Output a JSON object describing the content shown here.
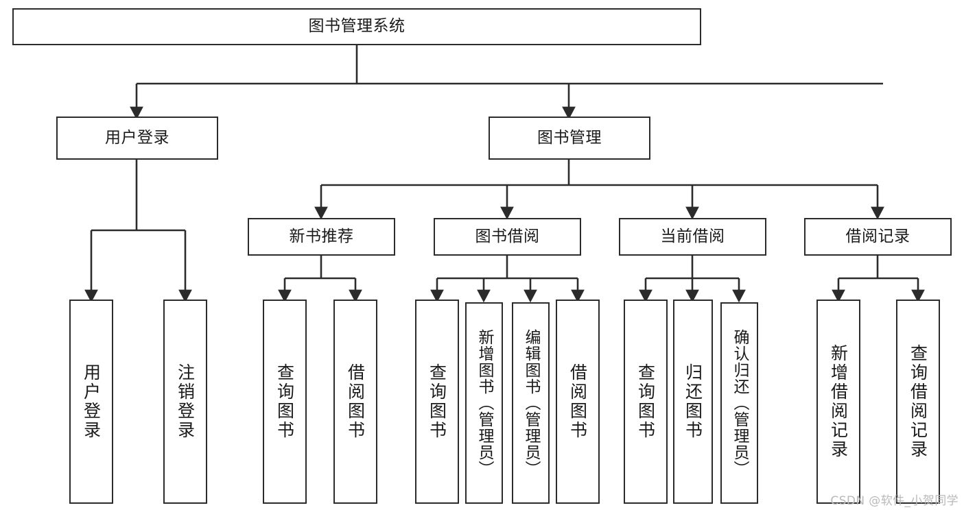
{
  "diagram": {
    "title": "图书管理系统",
    "type": "tree",
    "orientation": "top-down",
    "theme": {
      "background": "#ffffff",
      "box_fill": "#ffffff",
      "box_stroke": "#2b2b2b",
      "edge_stroke": "#333333",
      "text_color": "#1a1a1a",
      "watermark_color": "#b9b9b9"
    },
    "nodes": {
      "root": {
        "label": "图书管理系统",
        "level": 0
      },
      "level1": [
        {
          "id": "user-login",
          "label": "用户登录"
        },
        {
          "id": "book-manage",
          "label": "图书管理"
        }
      ],
      "level2": [
        {
          "id": "new-book-recommend",
          "label": "新书推荐",
          "parent": "book-manage"
        },
        {
          "id": "book-borrow",
          "label": "图书借阅",
          "parent": "book-manage"
        },
        {
          "id": "current-borrow",
          "label": "当前借阅",
          "parent": "book-manage"
        },
        {
          "id": "borrow-record",
          "label": "借阅记录",
          "parent": "book-manage"
        }
      ],
      "leaves": [
        {
          "id": "leaf-user-login",
          "label": "用户登录",
          "parent": "user-login"
        },
        {
          "id": "leaf-logout-login",
          "label": "注销登录",
          "parent": "user-login"
        },
        {
          "id": "leaf-query-book-1",
          "label": "查询图书",
          "parent": "new-book-recommend"
        },
        {
          "id": "leaf-borrow-book-1",
          "label": "借阅图书",
          "parent": "new-book-recommend"
        },
        {
          "id": "leaf-query-book-2",
          "label": "查询图书",
          "parent": "book-borrow"
        },
        {
          "id": "leaf-add-book",
          "label": "新增图书（管理员）",
          "parent": "book-borrow"
        },
        {
          "id": "leaf-edit-book",
          "label": "编辑图书（管理员）",
          "parent": "book-borrow"
        },
        {
          "id": "leaf-borrow-book-2",
          "label": "借阅图书",
          "parent": "book-borrow"
        },
        {
          "id": "leaf-query-book-3",
          "label": "查询图书",
          "parent": "current-borrow"
        },
        {
          "id": "leaf-return-book",
          "label": "归还图书",
          "parent": "current-borrow"
        },
        {
          "id": "leaf-confirm-return",
          "label": "确认归还（管理员）",
          "parent": "current-borrow"
        },
        {
          "id": "leaf-add-record",
          "label": "新增借阅记录",
          "parent": "borrow-record"
        },
        {
          "id": "leaf-query-record",
          "label": "查询借阅记录",
          "parent": "borrow-record"
        }
      ]
    }
  },
  "watermark": {
    "text": "CSDN @软件_小贺同学"
  }
}
